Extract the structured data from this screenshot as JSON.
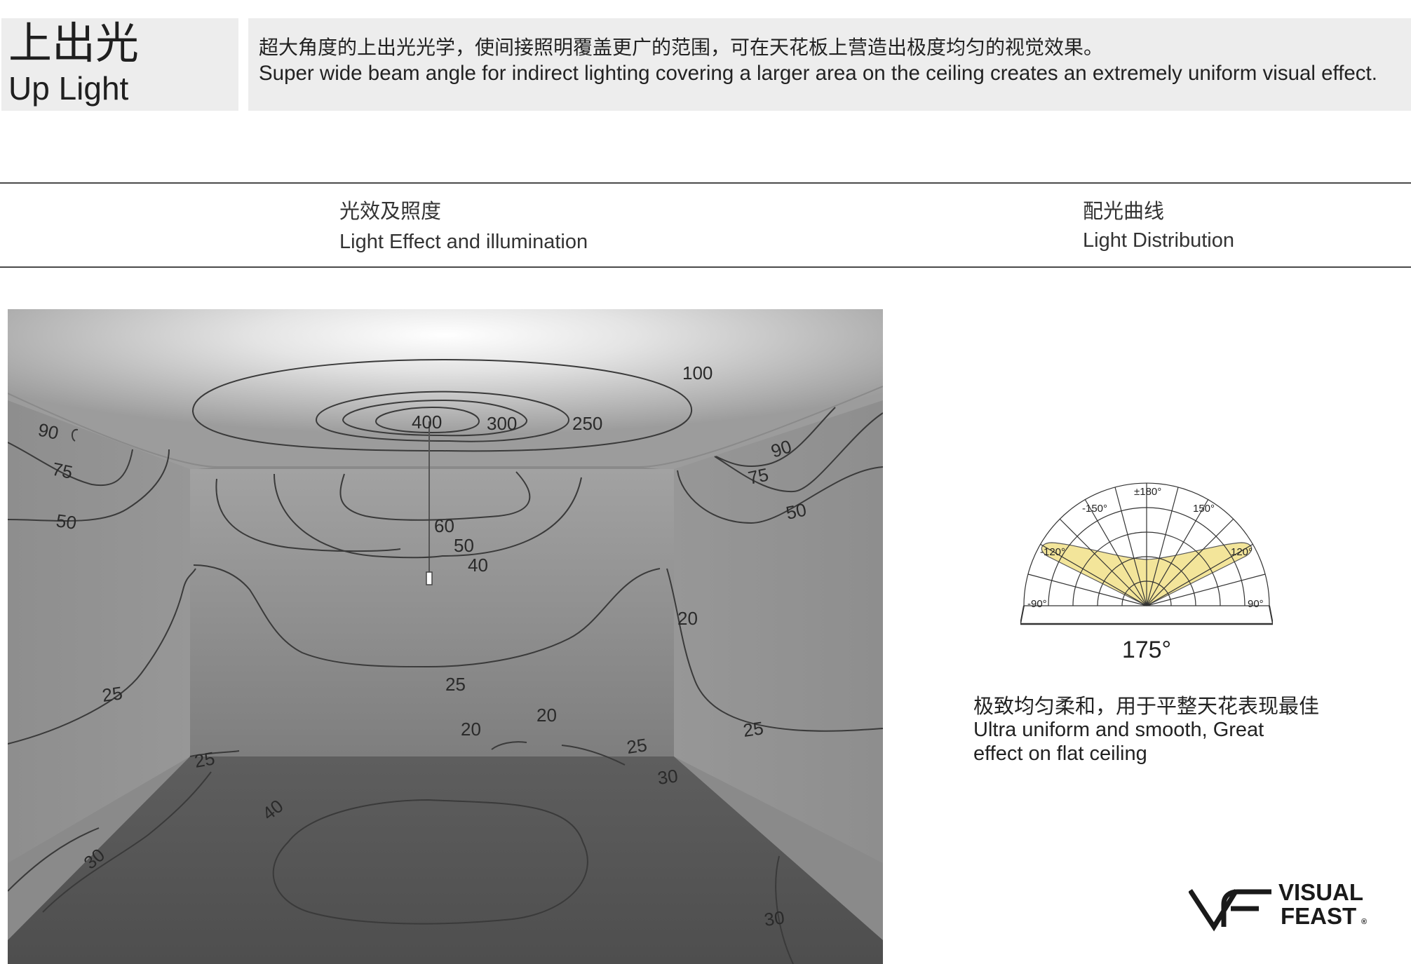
{
  "header": {
    "title_zh": "上出光",
    "title_en": "Up Light",
    "description_zh": "超大角度的上出光光学，使间接照明覆盖更广的范围，可在天花板上营造出极度均匀的视觉效果。",
    "description_en": "Super wide beam angle for indirect lighting covering a larger area on the ceiling creates an extremely uniform visual effect."
  },
  "sections": {
    "effect_zh": "光效及照度",
    "effect_en": "Light  Effect and illumination",
    "distribution_zh": "配光曲线",
    "distribution_en": "Light  Distribution"
  },
  "illumination_labels": {
    "c400": "400",
    "c300": "300",
    "c250": "250",
    "c100": "100",
    "left90": "90",
    "left75": "75",
    "left50": "50",
    "right90": "90",
    "right75": "75",
    "right50": "50",
    "c60": "60",
    "c50": "50",
    "c40": "40",
    "r20": "20",
    "m25": "25",
    "l25": "25",
    "m20": "20",
    "m20b": "20",
    "r25": "25",
    "fl25": "25",
    "fr25": "25",
    "fr30": "30",
    "f40": "40",
    "fl30": "30",
    "fbr30": "30"
  },
  "polar": {
    "top": "±180°",
    "ul": "-150°",
    "ur": "150°",
    "ml": "-120°",
    "mr": "120°",
    "bl": "-90°",
    "br": "90°",
    "fill_color": "#f3e59a",
    "beam_angle": "175°"
  },
  "note": {
    "zh": "极致均匀柔和，用于平整天花表现最佳",
    "en_line1": "Ultra uniform and smooth, Great",
    "en_line2": "effect on flat ceiling"
  },
  "logo": {
    "mark": "VF",
    "line1": "VISUAL",
    "line2": "FEAST",
    "registered": "®"
  }
}
